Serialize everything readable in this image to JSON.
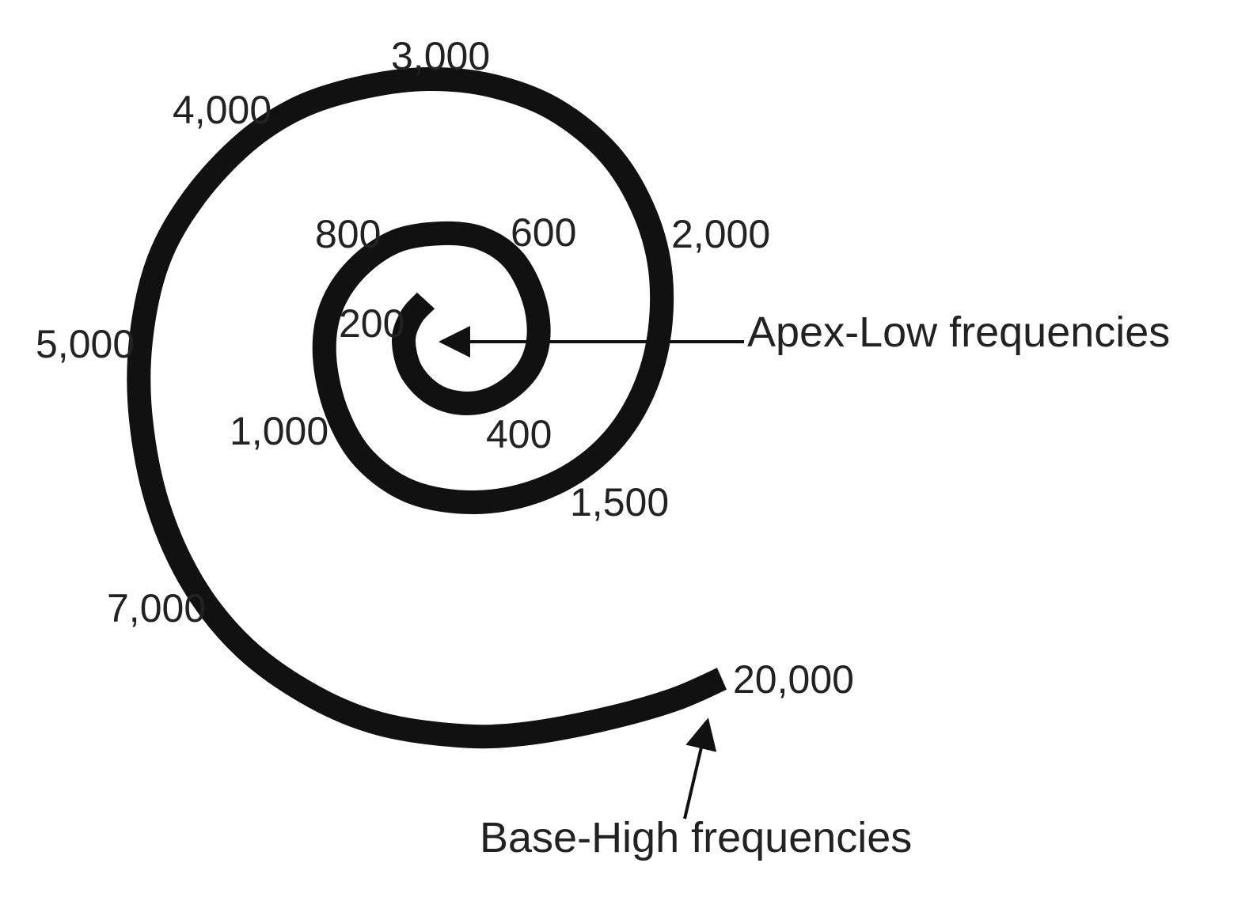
{
  "colors": {
    "background": "#ffffff",
    "spiral": "#111111",
    "text": "#222222"
  },
  "frequency_labels": [
    "200",
    "400",
    "600",
    "800",
    "1,000",
    "1,500",
    "2,000",
    "3,000",
    "4,000",
    "5,000",
    "7,000",
    "20,000"
  ],
  "annotations": {
    "apex": "Apex-Low frequencies",
    "base": "Base-High frequencies"
  }
}
